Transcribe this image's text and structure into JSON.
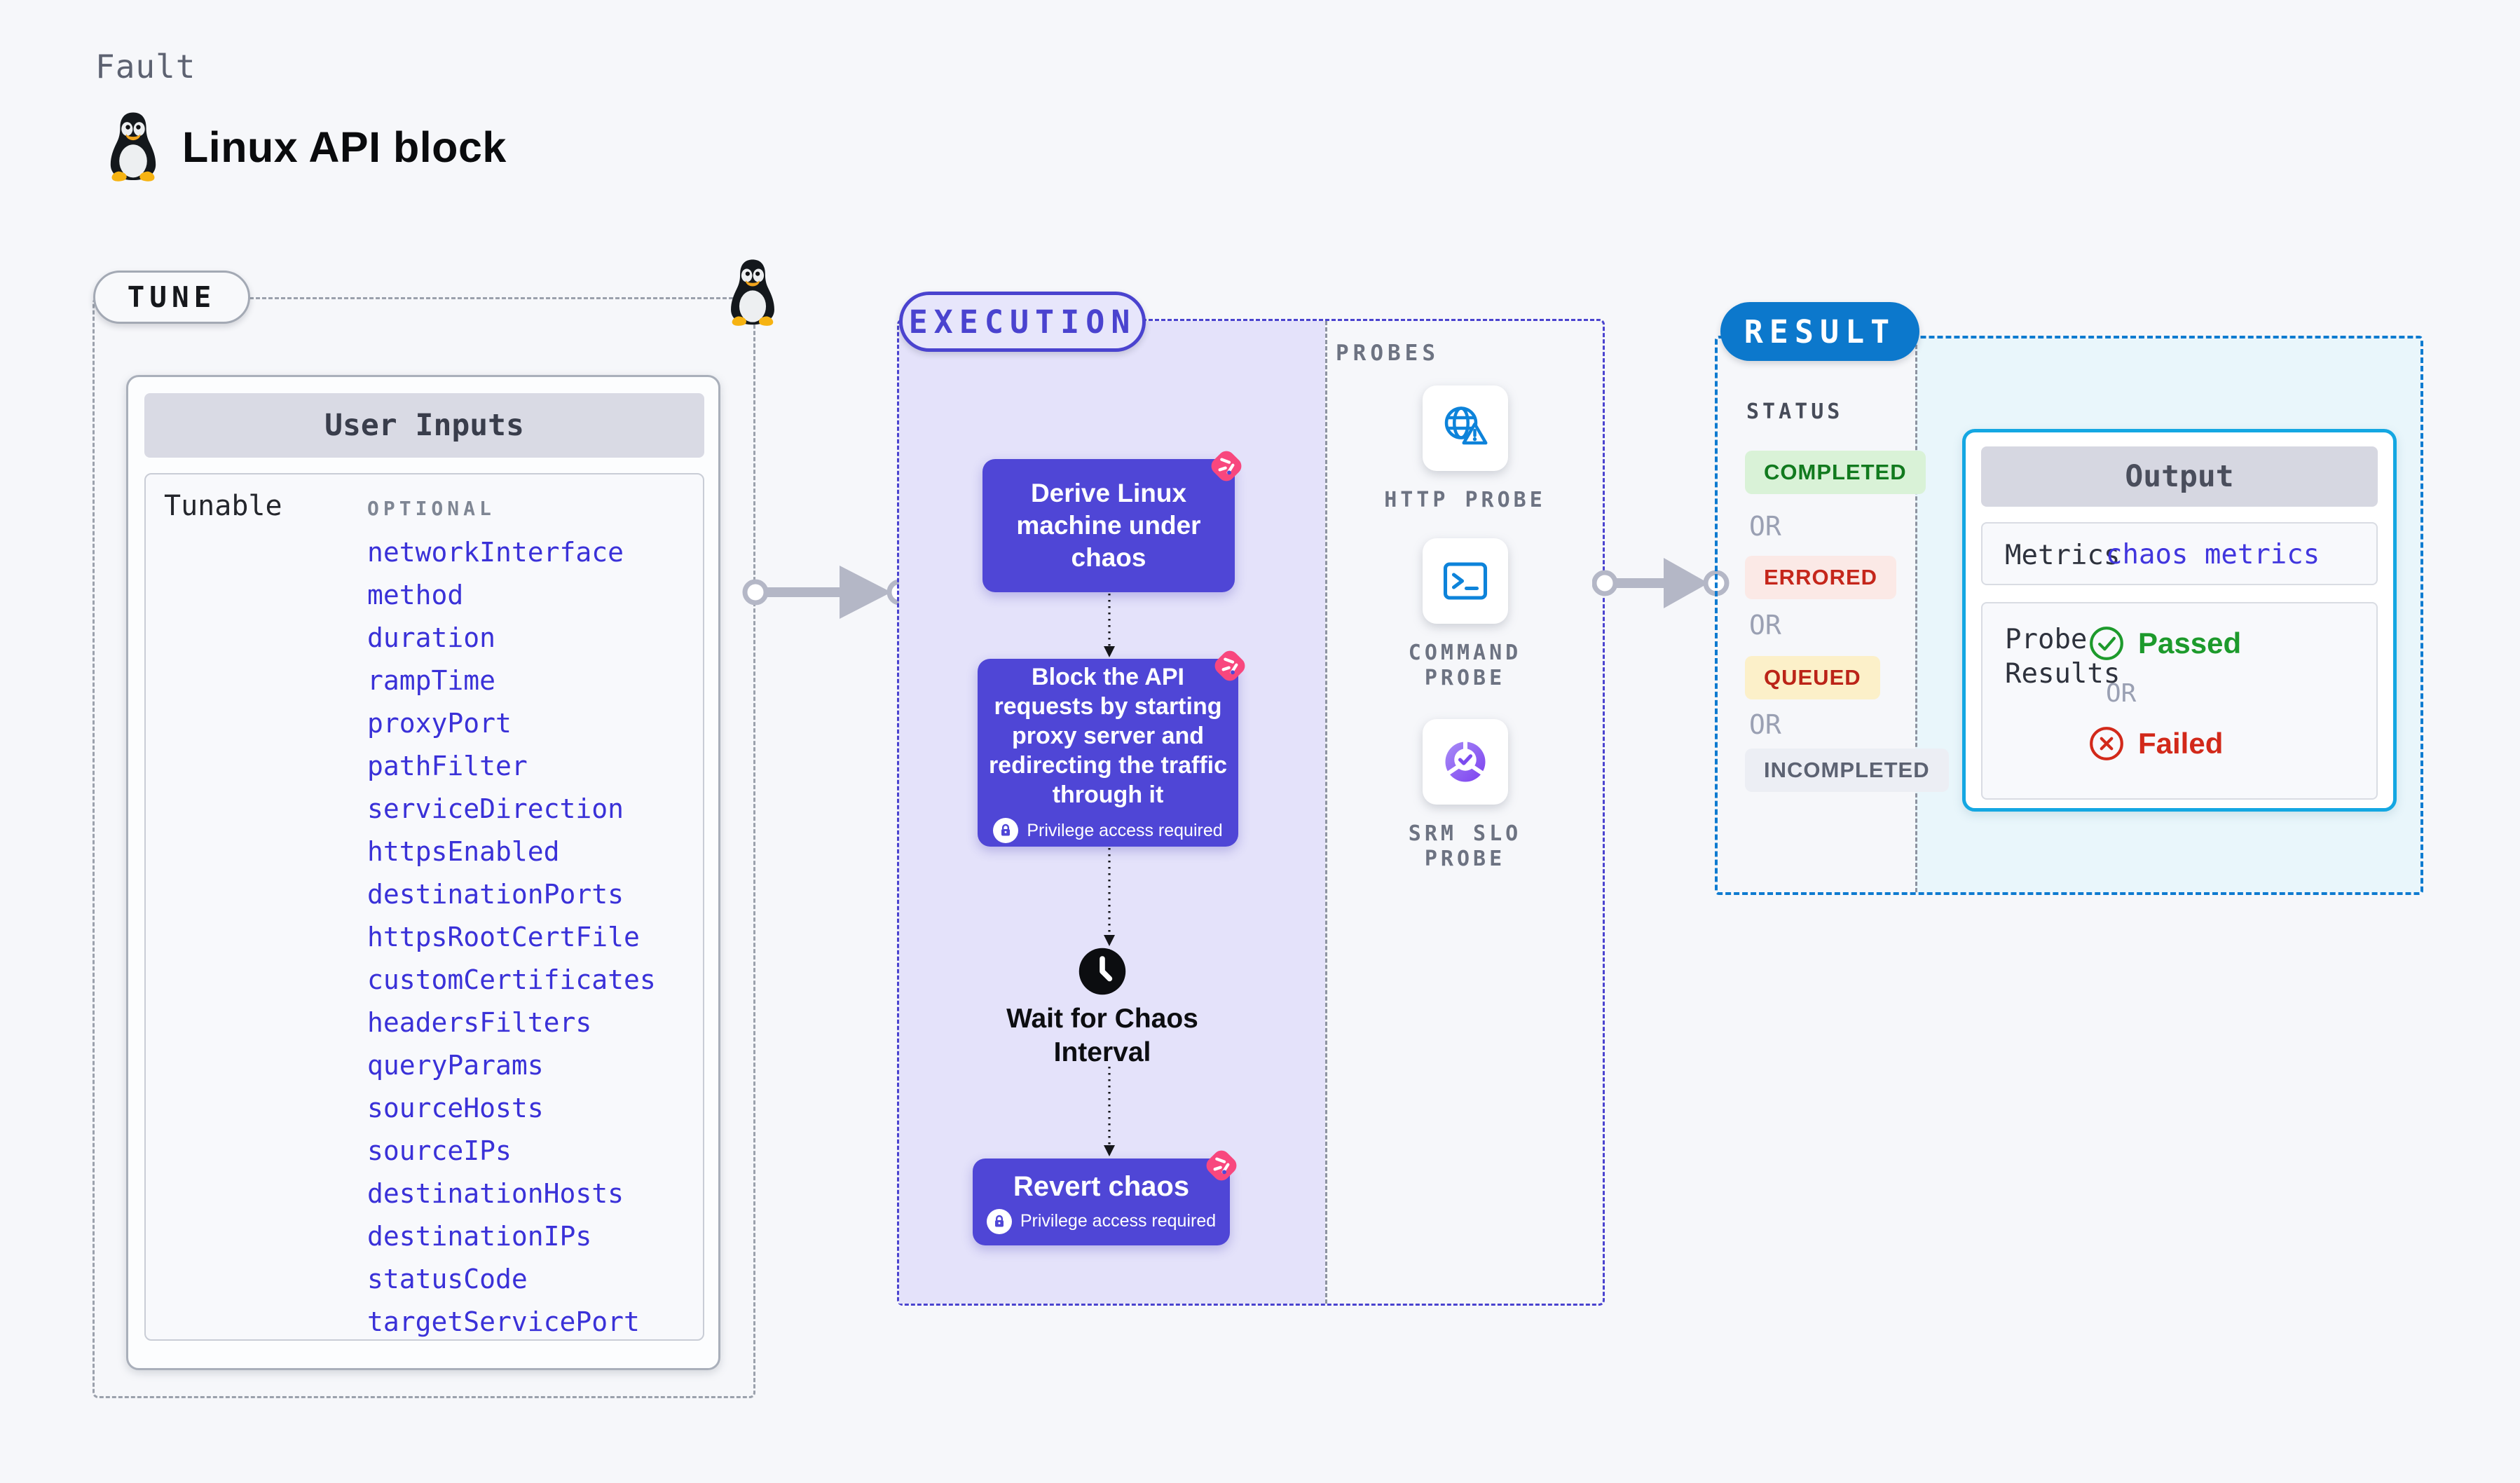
{
  "page": {
    "kicker": "Fault",
    "title": "Linux API block"
  },
  "tune": {
    "label": "TUNE",
    "card_title": "User Inputs",
    "row_label": "Tunable",
    "column_label": "OPTIONAL",
    "params": [
      "networkInterface",
      "method",
      "duration",
      "rampTime",
      "proxyPort",
      "pathFilter",
      "serviceDirection",
      "httpsEnabled",
      "destinationPorts",
      "httpsRootCertFile",
      "customCertificates",
      "headersFilters",
      "queryParams",
      "sourceHosts",
      "sourceIPs",
      "destinationHosts",
      "destinationIPs",
      "statusCode",
      "targetServicePort"
    ]
  },
  "execution": {
    "label": "EXECUTION",
    "privilege_label": "Privilege access required",
    "steps": {
      "derive": "Derive Linux machine under chaos",
      "block": "Block the API requests by starting proxy server and redirecting the traffic through it",
      "wait": "Wait for Chaos Interval",
      "revert": "Revert chaos"
    }
  },
  "probes": {
    "label": "PROBES",
    "items": [
      {
        "name": "HTTP PROBE",
        "icon": "globe-alert-icon"
      },
      {
        "name": "COMMAND PROBE",
        "icon": "terminal-icon"
      },
      {
        "name": "SRM SLO PROBE",
        "icon": "slo-donut-icon"
      }
    ]
  },
  "result": {
    "label": "RESULT",
    "status_label": "STATUS",
    "or_label": "OR",
    "statuses": [
      {
        "text": "COMPLETED",
        "type": "success"
      },
      {
        "text": "ERRORED",
        "type": "error"
      },
      {
        "text": "QUEUED",
        "type": "warning"
      },
      {
        "text": "INCOMPLETED",
        "type": "neutral"
      }
    ],
    "output": {
      "title": "Output",
      "metrics_label": "Metrics",
      "metrics_value": "chaos metrics",
      "probe_results_label": "Probe Results",
      "passed": "Passed",
      "failed": "Failed"
    }
  },
  "colors": {
    "accent_indigo": "#4a43cf",
    "node_fill": "#4f46d6",
    "accent_blue": "#0c78cc",
    "cyan_border": "#14a7e2",
    "badge_pink": "#f8477e",
    "probe_icon_blue": "#0d83da",
    "success_green": "#1d9a2c",
    "error_red": "#d2291a",
    "param_blue": "#3a31d8",
    "exec_bg": "#e4e2fa",
    "result_bg": "#e9f6fb",
    "page_bg": "#f6f7fa"
  }
}
